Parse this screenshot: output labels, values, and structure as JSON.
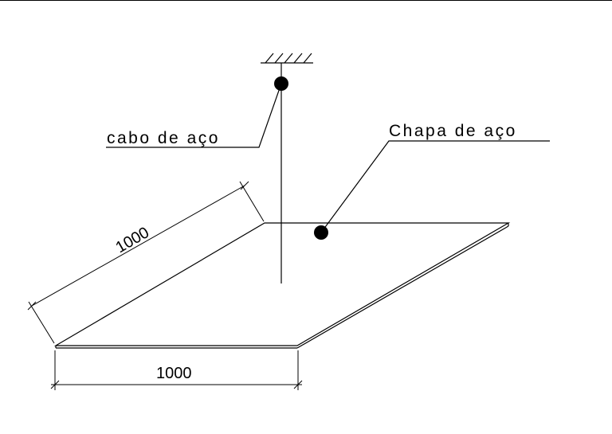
{
  "labels": {
    "cable": "cabo de aço",
    "plate": "Chapa de aço"
  },
  "dimensions": {
    "depth": "1000",
    "width": "1000"
  }
}
